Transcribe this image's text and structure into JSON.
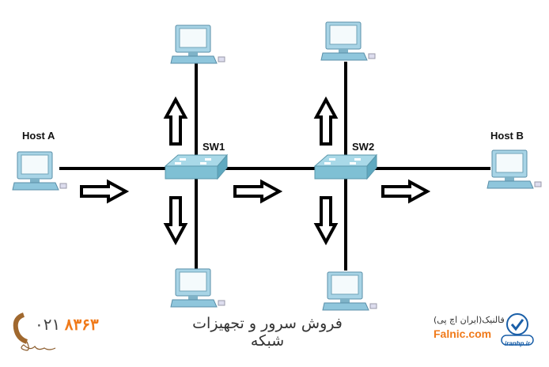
{
  "diagram": {
    "nodes": {
      "host_a": "Host A",
      "host_b": "Host B",
      "sw1": "SW1",
      "sw2": "SW2"
    },
    "colors": {
      "switch": "#7fc0d4",
      "pc": "#8fc6dc",
      "line": "#000000",
      "accent": "#f07a1a"
    }
  },
  "footer": {
    "title": "فروش سرور و تجهیزات شبکه",
    "phone_prefix": "۰۲۱",
    "phone_number": "۸۳۶۳",
    "brand_fa": "فالنیک(ایران اچ پی)",
    "brand_en": "Falnic.com",
    "logo_text": "iranhp.ir"
  }
}
